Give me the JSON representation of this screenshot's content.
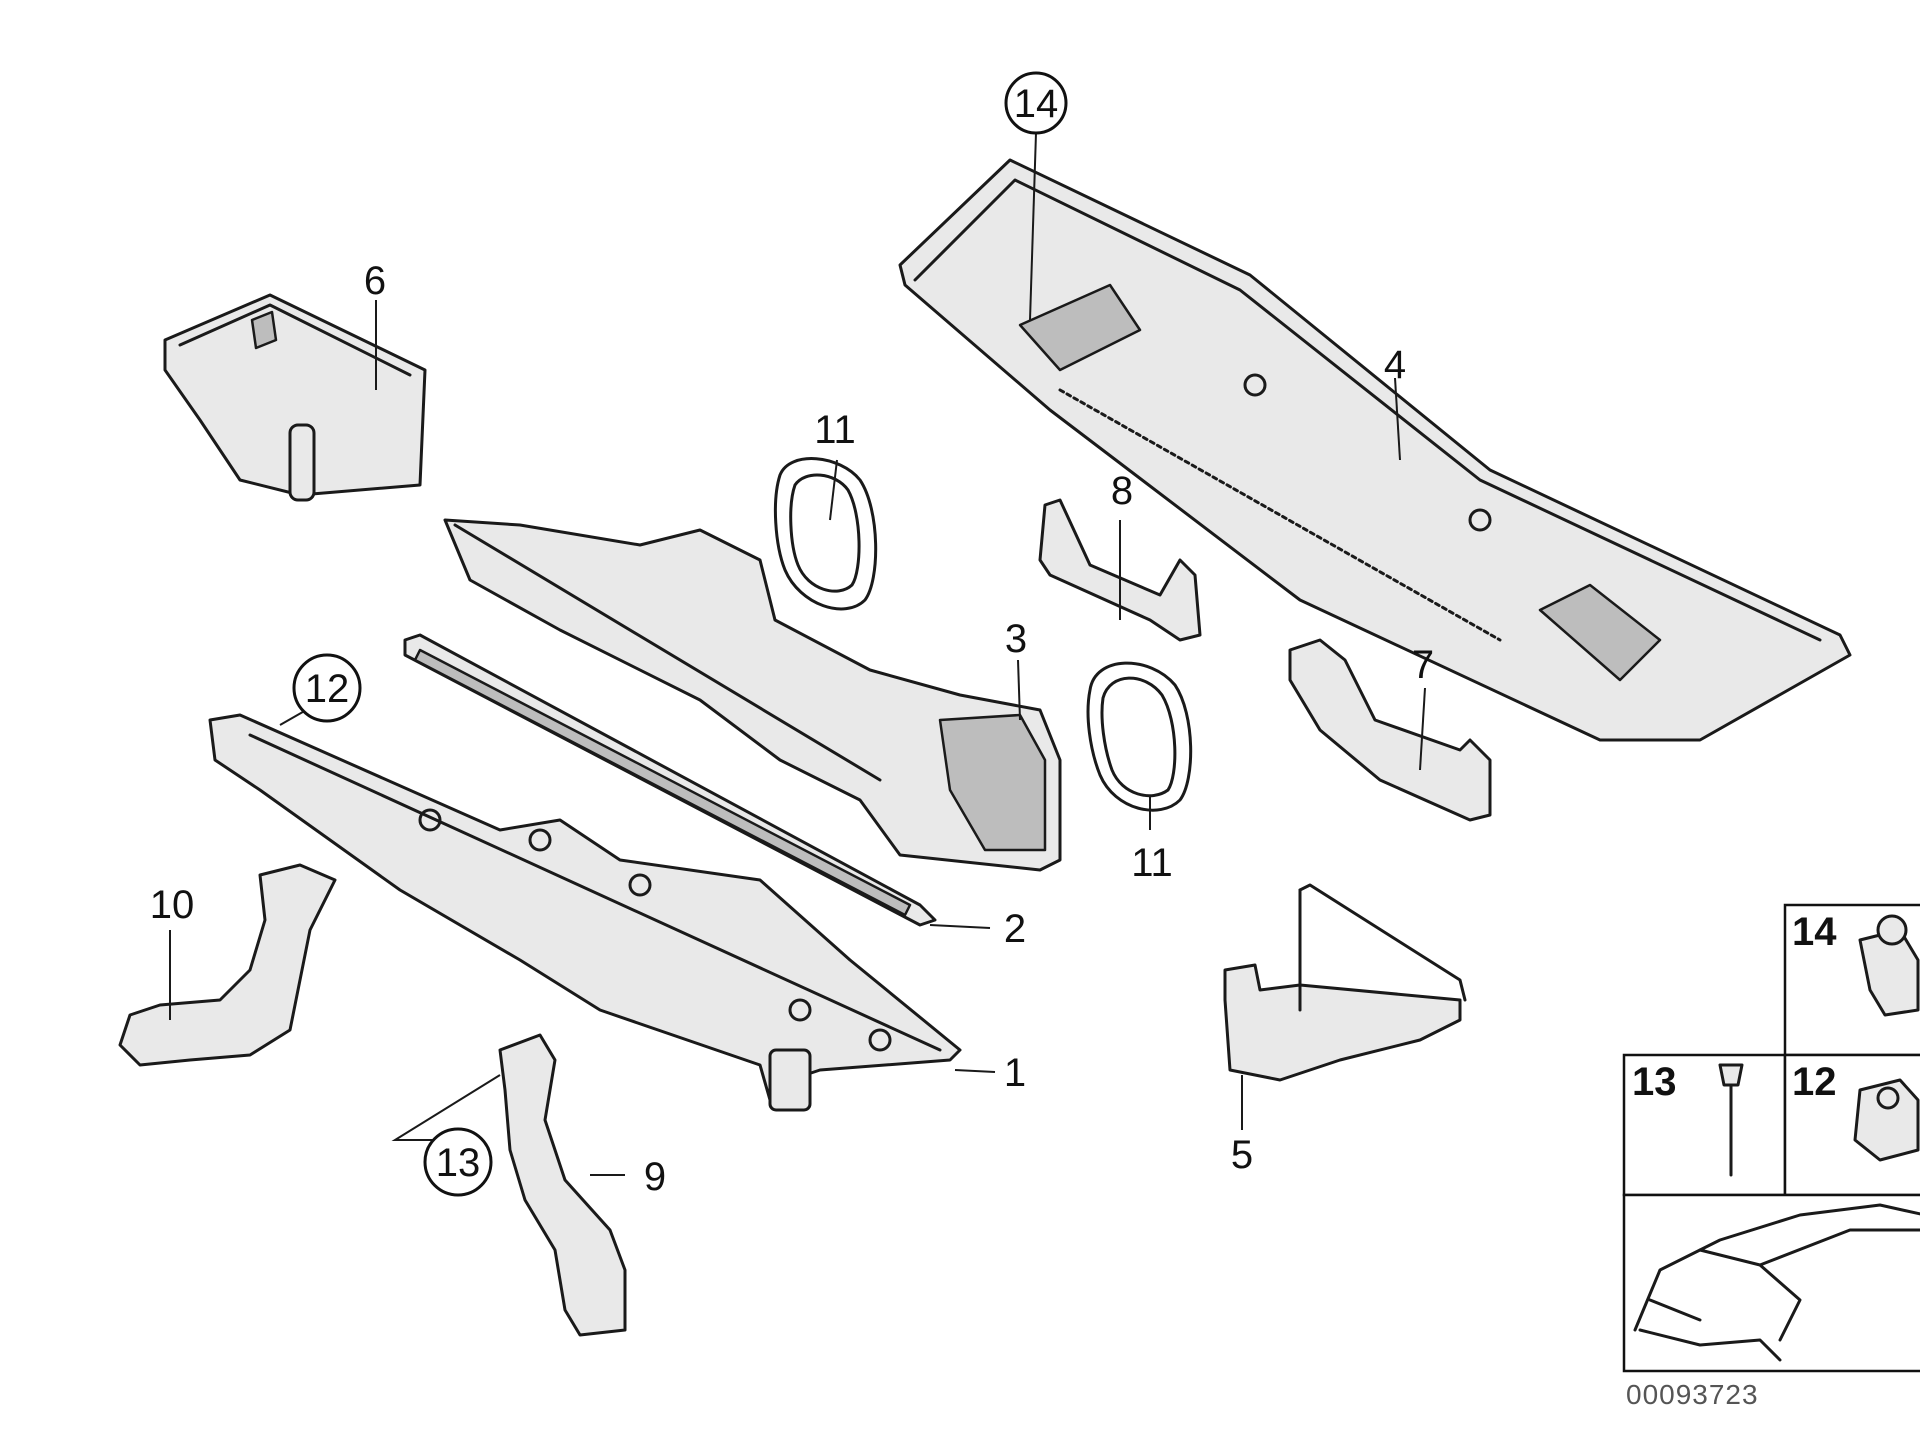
{
  "diagram": {
    "part_labels": [
      "1",
      "2",
      "3",
      "4",
      "5",
      "6",
      "7",
      "8",
      "9",
      "10",
      "11",
      "11",
      "12",
      "13",
      "14"
    ],
    "inset_labels": [
      "14",
      "13",
      "12"
    ],
    "reference_number": "00093723"
  }
}
